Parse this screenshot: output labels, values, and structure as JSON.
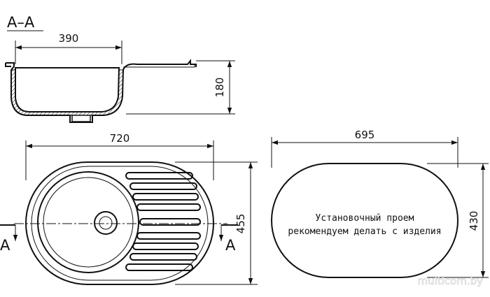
{
  "section": {
    "label": "A–A"
  },
  "dimensions": {
    "section_width": "390",
    "section_height": "180",
    "sink_length": "720",
    "sink_width": "455",
    "cutout_length": "695",
    "cutout_width": "430"
  },
  "cut_markers": {
    "left": "A",
    "right": "A"
  },
  "cutout_note": {
    "line1": "Установочный проем",
    "line2": "рекомендуем делать с изделия"
  },
  "watermark": "multicom.by"
}
